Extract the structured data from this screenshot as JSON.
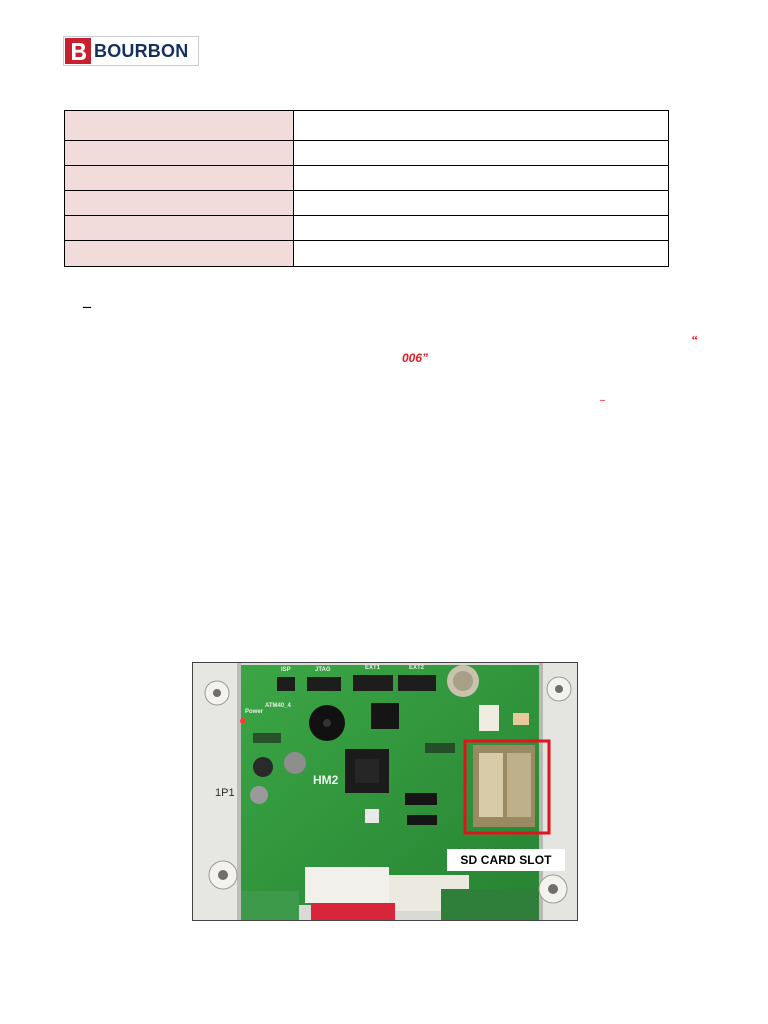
{
  "header": {
    "logo_letter": "B",
    "logo_text": "BOURBON",
    "brand_color": "#c8202f",
    "brand_text_color": "#14305f"
  },
  "table": {
    "key_cell_color": "#f2dcdb",
    "rows": [
      {
        "key": "",
        "value": ""
      },
      {
        "key": "",
        "value": ""
      },
      {
        "key": "",
        "value": ""
      },
      {
        "key": "",
        "value": ""
      },
      {
        "key": "",
        "value": ""
      },
      {
        "key": "",
        "value": ""
      }
    ]
  },
  "fragments": {
    "dash_black": "–",
    "open_quote": "“",
    "code": "006”",
    "dash_red": "–",
    "accent_red": "#e31b23"
  },
  "photo": {
    "callout_label": "SD CARD SLOT",
    "wall_label": "1P1",
    "board_label": "HM2",
    "pcb_labels": [
      "ISP",
      "JTAG",
      "EXT1",
      "EXT2",
      "ATM40_4",
      "Power"
    ],
    "highlight_color": "#e0141e"
  }
}
